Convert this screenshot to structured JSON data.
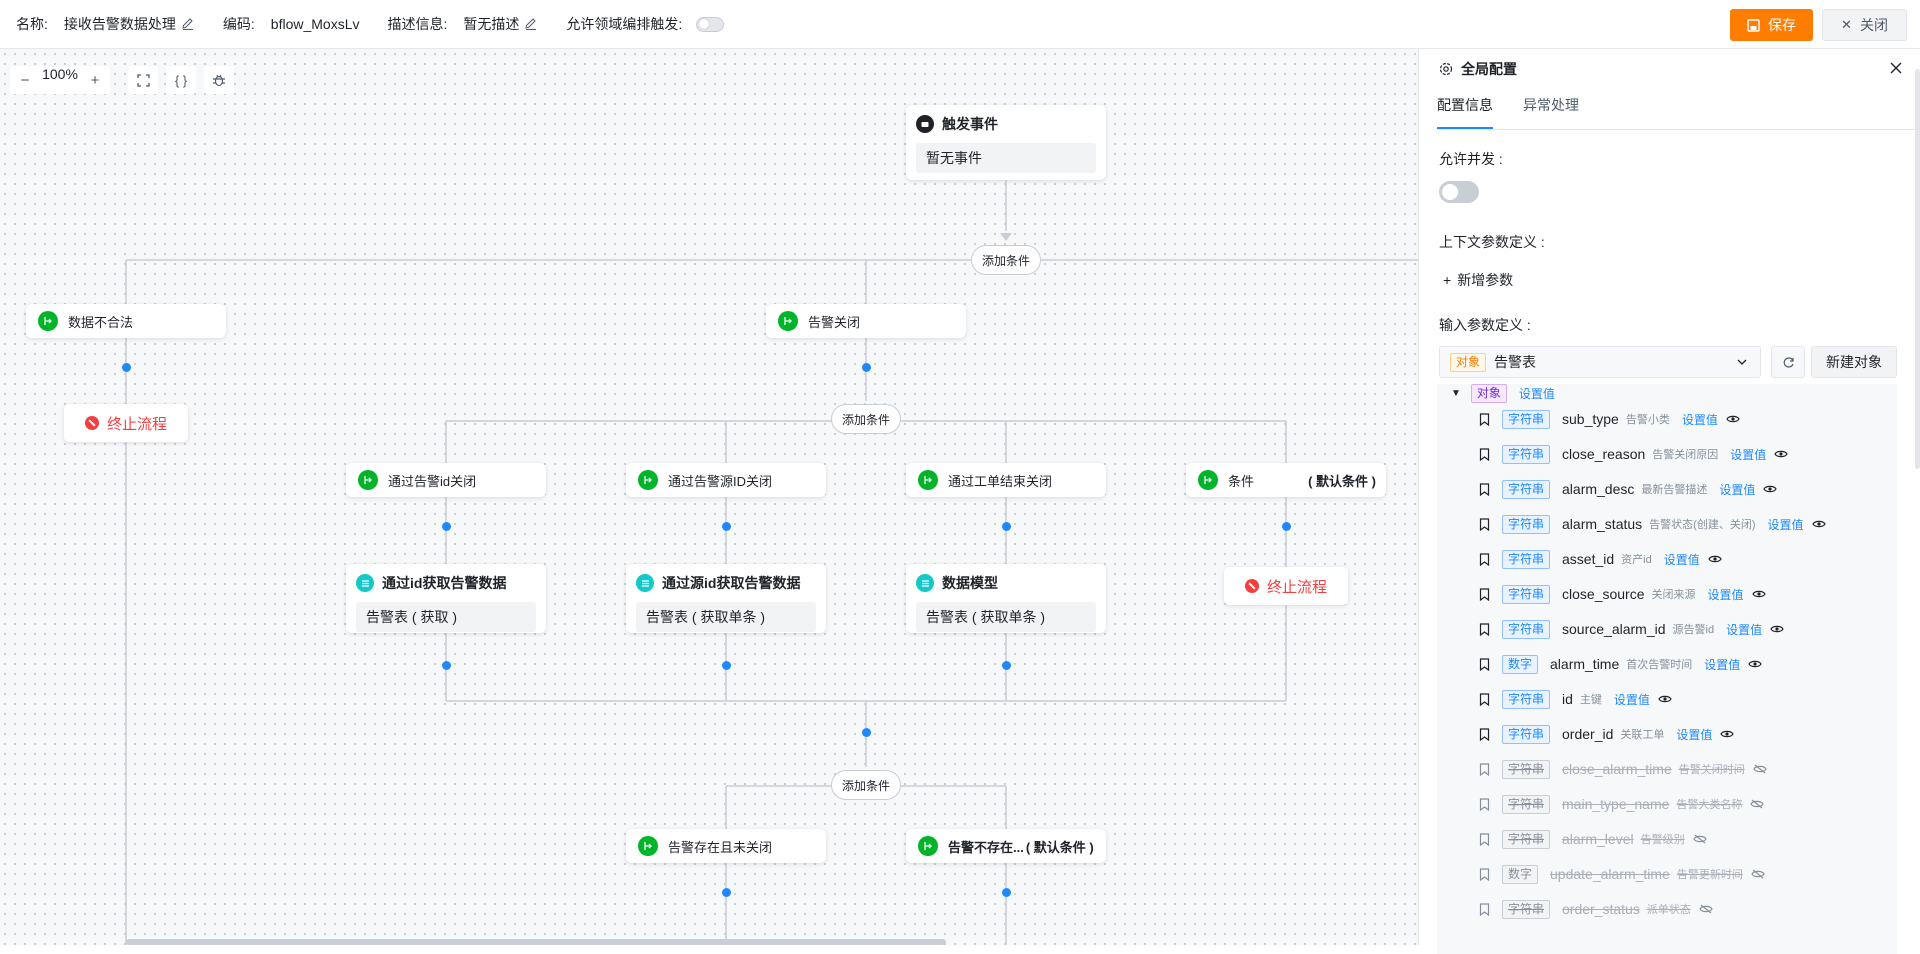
{
  "topbar": {
    "name_label": "名称:",
    "name_value": "接收告警数据处理",
    "code_label": "编码:",
    "code_value": "bflow_MoxsLv",
    "desc_label": "描述信息:",
    "desc_value": "暂无描述",
    "allow_trigger_label": "允许领域编排触发:",
    "save_label": "保存",
    "close_label": "关闭",
    "accent_color": "#ff7d00"
  },
  "zoom": {
    "minus": "−",
    "value": "100%",
    "plus": "+"
  },
  "flow": {
    "trigger_title": "触发事件",
    "trigger_body": "暂无事件",
    "add_condition": "添加条件",
    "cond_invalid": "数据不合法",
    "cond_alarm_close": "告警关闭",
    "stop_flow": "终止流程",
    "cond_by_id": "通过告警id关闭",
    "cond_by_src": "通过告警源ID关闭",
    "cond_by_order": "通过工单结束关闭",
    "cond_default_name": "条件",
    "default_tag": "( 默认条件 )",
    "act1_title": "通过id获取告警数据",
    "act1_body": "告警表 ( 获取 )",
    "act2_title": "通过源id获取告警数据",
    "act2_body": "告警表 ( 获取单条 )",
    "act3_title": "数据模型",
    "act3_body": "告警表 ( 获取单条 )",
    "cond_exists": "告警存在且未关闭",
    "cond_not_exists": "告警不存在...",
    "default_tag2": "( 默认条件 )"
  },
  "panel": {
    "title": "全局配置",
    "tabs": [
      "配置信息",
      "异常处理"
    ],
    "allow_concurrent_label": "允许并发 :",
    "context_params_label": "上下文参数定义 :",
    "add_param": "新增参数",
    "input_params_label": "输入参数定义 :",
    "select_tag": "对象",
    "select_value": "告警表",
    "new_object": "新建对象",
    "root_tag": "对象",
    "root_set": "设置值",
    "set_value": "设置值",
    "fields": [
      {
        "type": "字符串",
        "name": "sub_type",
        "desc": "告警小类",
        "disabled": false
      },
      {
        "type": "字符串",
        "name": "close_reason",
        "desc": "告警关闭原因",
        "disabled": false
      },
      {
        "type": "字符串",
        "name": "alarm_desc",
        "desc": "最新告警描述",
        "disabled": false
      },
      {
        "type": "字符串",
        "name": "alarm_status",
        "desc": "告警状态(创建、关闭)",
        "disabled": false
      },
      {
        "type": "字符串",
        "name": "asset_id",
        "desc": "资产id",
        "disabled": false
      },
      {
        "type": "字符串",
        "name": "close_source",
        "desc": "关闭来源",
        "disabled": false
      },
      {
        "type": "字符串",
        "name": "source_alarm_id",
        "desc": "源告警id",
        "disabled": false
      },
      {
        "type": "数字",
        "name": "alarm_time",
        "desc": "首次告警时间",
        "disabled": false
      },
      {
        "type": "字符串",
        "name": "id",
        "desc": "主键",
        "disabled": false
      },
      {
        "type": "字符串",
        "name": "order_id",
        "desc": "关联工单",
        "disabled": false
      },
      {
        "type": "字符串",
        "name": "close_alarm_time",
        "desc": "告警关闭时间",
        "disabled": true
      },
      {
        "type": "字符串",
        "name": "main_type_name",
        "desc": "告警大类名称",
        "disabled": true
      },
      {
        "type": "字符串",
        "name": "alarm_level",
        "desc": "告警级别",
        "disabled": true
      },
      {
        "type": "数字",
        "name": "update_alarm_time",
        "desc": "告警更新时间",
        "disabled": true
      },
      {
        "type": "字符串",
        "name": "order_status",
        "desc": "派单状态",
        "disabled": true
      }
    ]
  }
}
